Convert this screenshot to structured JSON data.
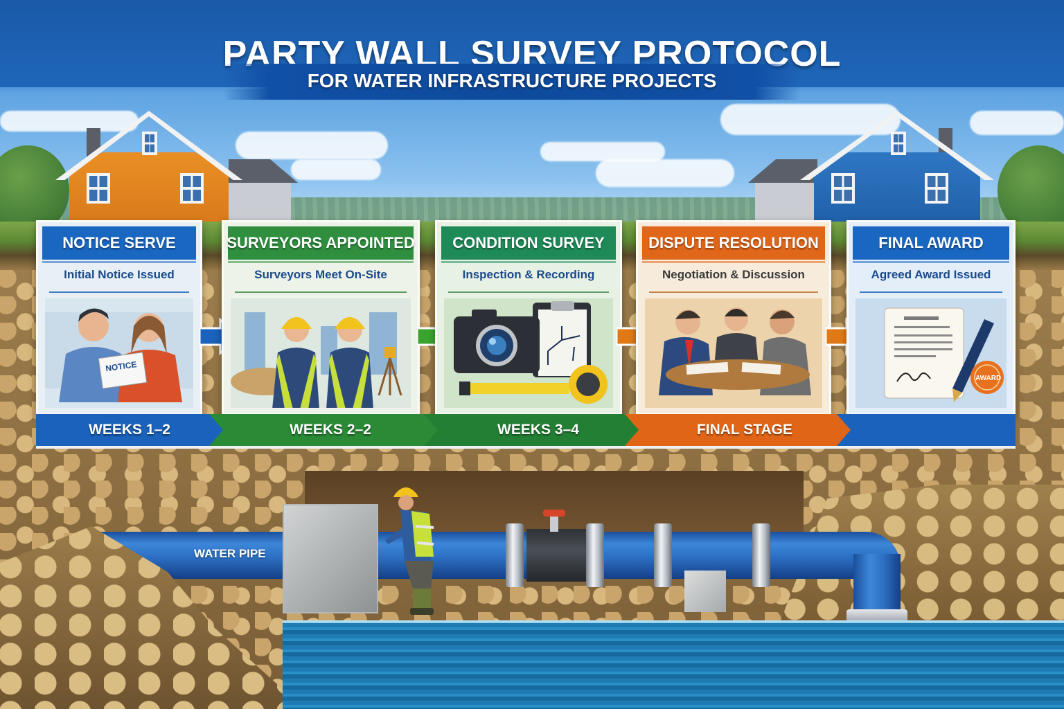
{
  "header": {
    "title": "PARTY WALL SURVEY PROTOCOL",
    "subtitle": "FOR WATER INFRASTRUCTURE PROJECTS"
  },
  "colors": {
    "blue": "#1565c0",
    "green": "#2e8b3e",
    "teal_green": "#1f8a55",
    "orange": "#e0661a",
    "title_band": "#1b5fb0",
    "pipe_blue": "#2c6fc2",
    "water": "#1f7bb3"
  },
  "steps": [
    {
      "title": "NOTICE SERVE",
      "subtitle": "Initial Notice Issued",
      "illustration": "two-neighbours-holding-notice",
      "illustration_label": "NOTICE",
      "header_color": "#1a67c2",
      "bg_color": "#e8f0f6",
      "sub_color": "#1a4a8c"
    },
    {
      "title": "SURVEYORS APPOINTED",
      "subtitle": "Surveyors Meet On-Site",
      "illustration": "two-surveyors-shaking-hands",
      "header_color": "#2f8f3f",
      "bg_color": "#eef3ea",
      "sub_color": "#1a4a8c"
    },
    {
      "title": "CONDITION SURVEY",
      "subtitle": "Inspection & Recording",
      "illustration": "camera-clipboard-tape-measure",
      "header_color": "#1e8a58",
      "bg_color": "#e7f1e4",
      "sub_color": "#1a4a8c"
    },
    {
      "title": "DISPUTE RESOLUTION",
      "subtitle": "Negotiation & Discussion",
      "illustration": "three-people-at-meeting-table",
      "header_color": "#e0661a",
      "bg_color": "#f7ecdc",
      "sub_color": "#3a3a3a"
    },
    {
      "title": "FINAL AWARD",
      "subtitle": "Agreed Award Issued",
      "illustration": "signed-document-pen-award-seal",
      "illustration_label": "AWARD",
      "header_color": "#1a67c2",
      "bg_color": "#e3eef8",
      "sub_color": "#1a4a8c"
    }
  ],
  "timeline": [
    {
      "label": "WEEKS 1–2",
      "color": "#1a62bb"
    },
    {
      "label": "WEEKS 2–2",
      "color": "#2a8a36"
    },
    {
      "label": "WEEKS 3–4",
      "color": "#237f33"
    },
    {
      "label": "FINAL STAGE",
      "color": "#e06516"
    },
    {
      "label": "",
      "color": "#1a62bb"
    }
  ],
  "scene": {
    "pipe_label": "WATER PIPE"
  }
}
